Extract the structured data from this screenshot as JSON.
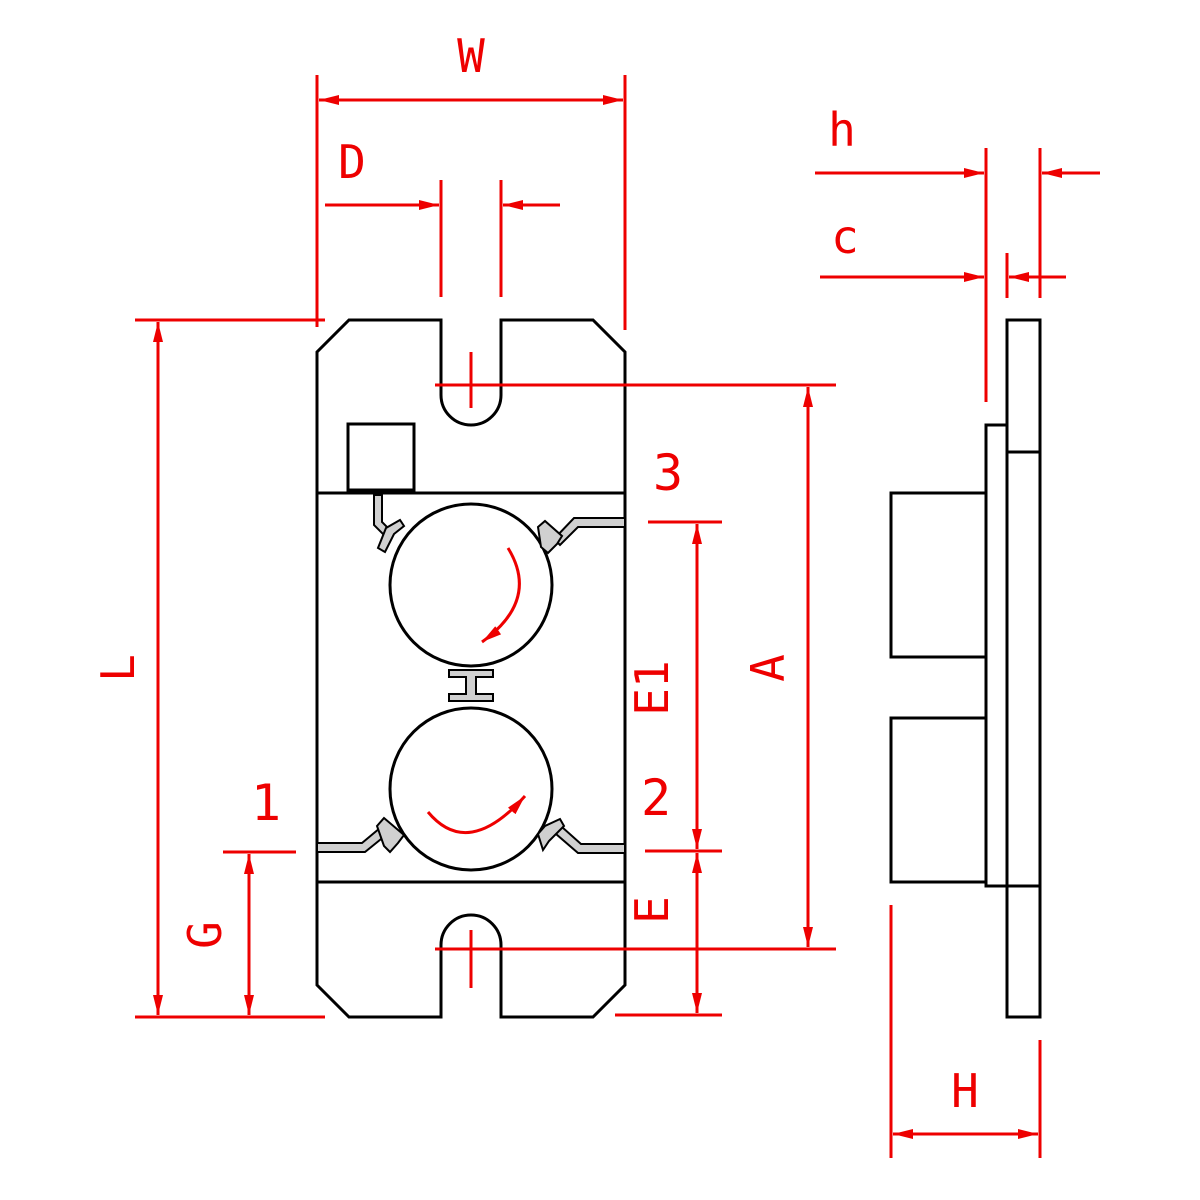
{
  "dimensions": {
    "W": "W",
    "D": "D",
    "h": "h",
    "c": "c",
    "L": "L",
    "A": "A",
    "E1": "E1",
    "E": "E",
    "G": "G",
    "H": "H"
  },
  "pins": {
    "p1": "1",
    "p2": "2",
    "p3": "3"
  },
  "colors": {
    "outline": "#000000",
    "dimension": "#ee0000",
    "lead_fill": "#d0d0d0"
  }
}
